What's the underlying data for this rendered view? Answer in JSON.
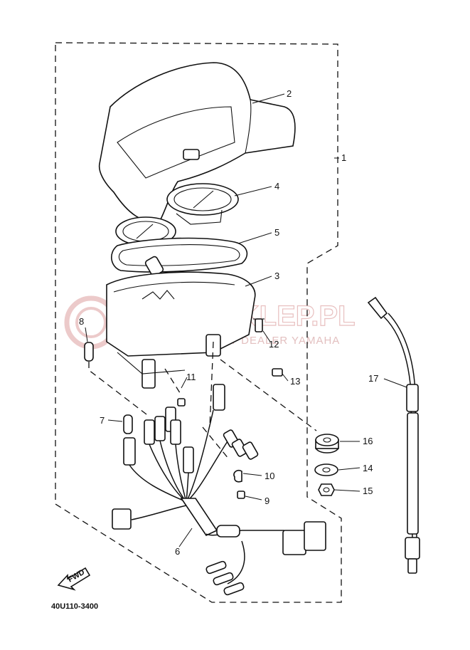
{
  "figure_code": "40U110-3400",
  "fwd_label": "FWD",
  "watermark": {
    "main": "YAMASKLEP.PL",
    "sub": "AUTORYZOWANY DEALER YAMAHA"
  },
  "callouts": [
    {
      "id": "c1",
      "text": "1"
    },
    {
      "id": "c2",
      "text": "2"
    },
    {
      "id": "c3",
      "text": "3"
    },
    {
      "id": "c4",
      "text": "4"
    },
    {
      "id": "c5",
      "text": "5"
    },
    {
      "id": "c6",
      "text": "6"
    },
    {
      "id": "c7",
      "text": "7"
    },
    {
      "id": "c8",
      "text": "8"
    },
    {
      "id": "c9",
      "text": "9"
    },
    {
      "id": "c10",
      "text": "10"
    },
    {
      "id": "c11",
      "text": "11"
    },
    {
      "id": "c12",
      "text": "12"
    },
    {
      "id": "c13",
      "text": "13"
    },
    {
      "id": "c14",
      "text": "14"
    },
    {
      "id": "c15",
      "text": "15"
    },
    {
      "id": "c16",
      "text": "16"
    },
    {
      "id": "c17",
      "text": "17"
    }
  ]
}
